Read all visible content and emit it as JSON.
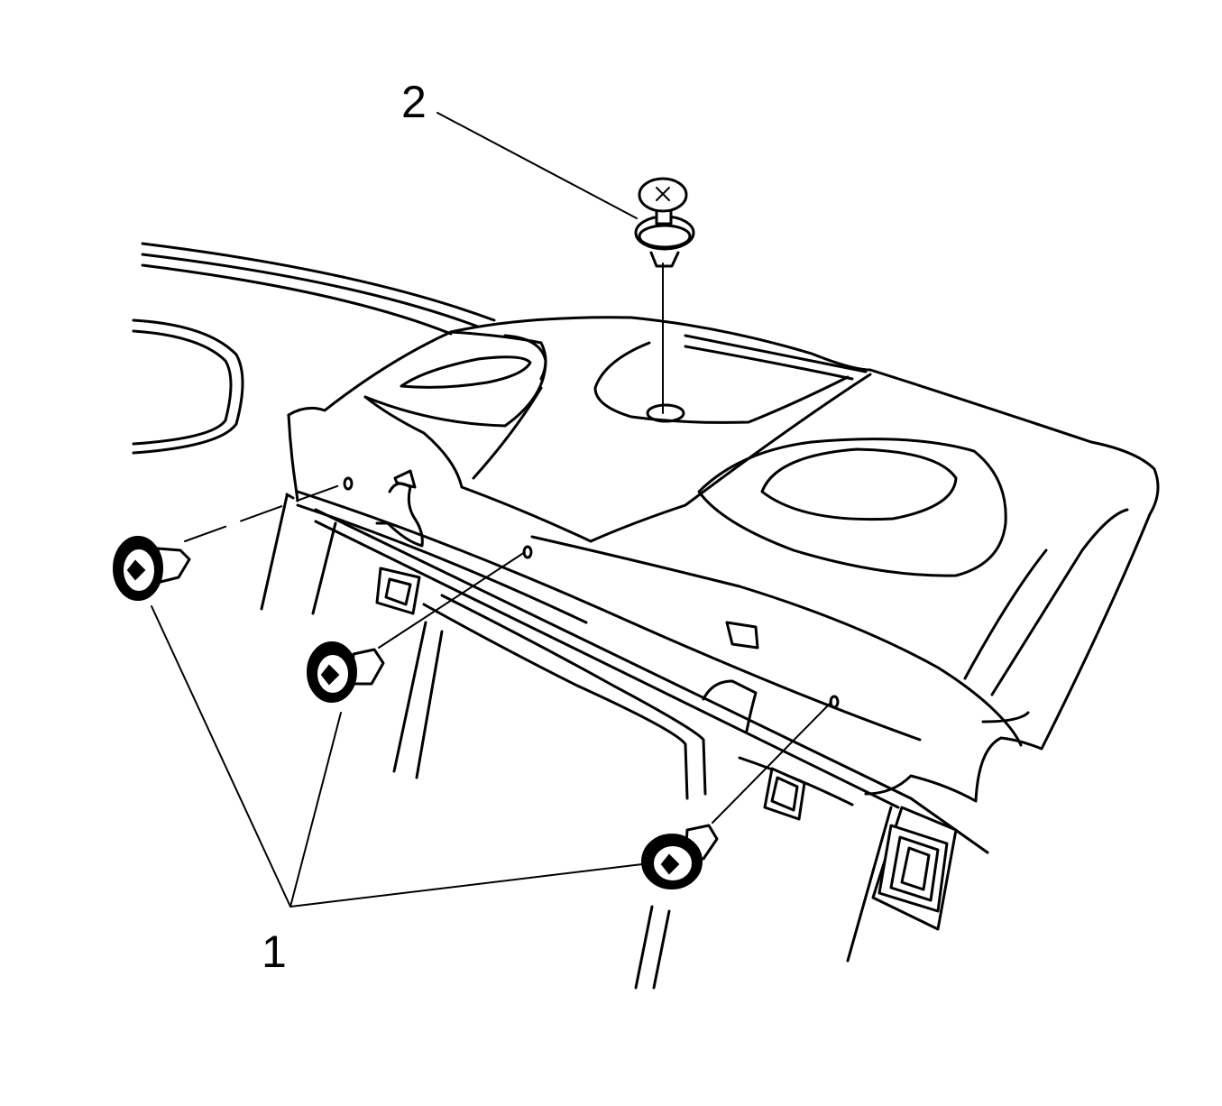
{
  "callouts": [
    {
      "id": "clip",
      "label": "1"
    },
    {
      "id": "push-pin-retainer",
      "label": "2"
    }
  ]
}
